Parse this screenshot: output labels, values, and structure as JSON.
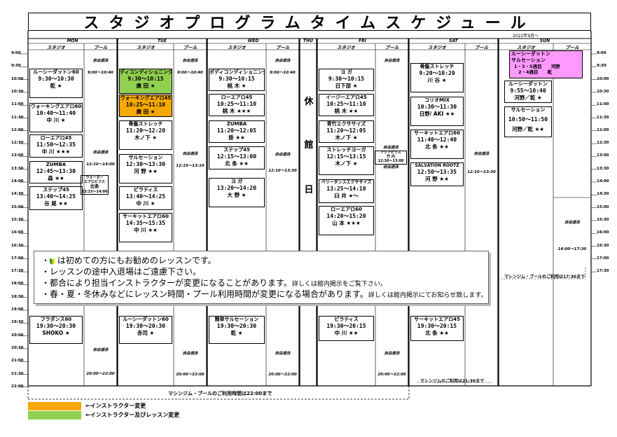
{
  "title": "スタジオプログラムタイムスケジュール",
  "date_note": "2022年9月～",
  "days": [
    {
      "key": "mon",
      "label": "MON"
    },
    {
      "key": "tue",
      "label": "TUE"
    },
    {
      "key": "wed",
      "label": "WED"
    },
    {
      "key": "thu",
      "label": "THU"
    },
    {
      "key": "fri",
      "label": "FRI"
    },
    {
      "key": "sat",
      "label": "SAT"
    },
    {
      "key": "sun",
      "label": "SUN"
    }
  ],
  "sub_headers": {
    "studio": "スタジオ",
    "pool": "プール"
  },
  "times": [
    "9:00",
    "9:30",
    "10:00",
    "10:30",
    "11:00",
    "11:30",
    "12:00",
    "12:30",
    "13:00",
    "13:30",
    "14:00",
    "14:30",
    "15:00",
    "15:30",
    "16:00",
    "16:30",
    "17:00",
    "17:30",
    "18:00",
    "18:30",
    "19:00",
    "19:30",
    "20:00",
    "20:30",
    "21:00",
    "21:30",
    "22:00"
  ],
  "closed": [
    "休",
    "館",
    "日"
  ],
  "lessons": {
    "mon": [
      {
        "name": "ルーシーダットン60",
        "time": "9:30～10:30",
        "inst": "乾 ★"
      },
      {
        "name": "ウォーキングエアロ60",
        "time": "10:40～11:40",
        "inst": "中 川 ★"
      },
      {
        "name": "ローエアロ45",
        "time": "11:50～12:35",
        "inst": "中 川 ★★★"
      },
      {
        "name": "ZUMBA",
        "time": "12:45～13:30",
        "inst": "森 ★★"
      },
      {
        "name": "ステップ45",
        "time": "13:40～14:25",
        "inst": "谷 尾 ★★"
      },
      {
        "name": "フラダンス60",
        "time": "19:30～20:30",
        "inst": "SHOKO ★"
      }
    ],
    "tue": [
      {
        "name": "ディコンディショニング",
        "time": "9:30～10:15",
        "inst": "廣 田 ★"
      },
      {
        "name": "ウォーキングエアロ45",
        "time": "10:25～11:10",
        "inst": "廣 田 ★"
      },
      {
        "name": "骨盤ストレッチ",
        "time": "11:20～12:20",
        "inst": "木ノ下 ★"
      },
      {
        "name": "サルセーション",
        "time": "12:30～13:30",
        "inst": "河 野 ★★"
      },
      {
        "name": "ピラティス",
        "time": "13:40～14:25",
        "inst": "中 川 ★"
      },
      {
        "name": "サーキットエアロ60",
        "time": "14:35～15:35",
        "inst": "中 川 ★★"
      },
      {
        "name": "ルーシーダットン60",
        "time": "19:30～20:30",
        "inst": "赤司 ★"
      }
    ],
    "wed": [
      {
        "name": "ボディコンディショニング",
        "time": "9:30～10:15",
        "inst": "桃 木 ★"
      },
      {
        "name": "ローエアロ45",
        "time": "10:25～11:10",
        "inst": "桃 木 ★★★"
      },
      {
        "name": "ZUMBA",
        "time": "11:20～12:05",
        "inst": "掛 ★★"
      },
      {
        "name": "ステップ45",
        "time": "12:15～13:00",
        "inst": "北 条 ★★"
      },
      {
        "name": "ヨ ガ",
        "time": "13:20～14:20",
        "inst": "大 野 ★"
      },
      {
        "name": "簡単サルセーション",
        "time": "19:30～20:30",
        "inst": "乾 ★"
      }
    ],
    "fri": [
      {
        "name": "ヨ ガ",
        "time": "9:30～10:15",
        "inst": "日下部 ★"
      },
      {
        "name": "イージーエアロ45",
        "time": "10:25～11:10",
        "inst": "桃 木 ★★"
      },
      {
        "name": "青竹エクササイズ",
        "time": "11:20～12:05",
        "inst": "木ノ下 ★"
      },
      {
        "name": "ストレッチヨーガ",
        "time": "12:15～13:15",
        "inst": "木ノ下 ★"
      },
      {
        "name": "ベリーダンスエクササイズ",
        "time": "13:25～14:10",
        "inst": "臼 井 ★～"
      },
      {
        "name": "ローエアロ60",
        "time": "14:20～15:20",
        "inst": "山 本 ★★★"
      },
      {
        "name": "ピラティス",
        "time": "19:30～20:15",
        "inst": "中 川 ★★"
      }
    ],
    "sat": [
      {
        "name": "骨盤ストレッチ",
        "time": "9:20～10:20",
        "inst": "川 谷 ★"
      },
      {
        "name": "コリオMIX",
        "time": "10:30～11:30",
        "inst": "日野/ AKI ★★"
      },
      {
        "name": "サーキットエアロ60",
        "time": "11:40～12:40",
        "inst": "北 条 ★★"
      },
      {
        "name": "SALSATION ROOTZ",
        "time": "12:50～13:35",
        "inst": "河 野 ★★"
      },
      {
        "name": "サーキットエアロ45",
        "time": "19:30～20:15",
        "inst": "北 条 ★★"
      }
    ],
    "sun": [
      {
        "name": "ルーシーダットン",
        "line2": "サルセーション",
        "line3": "1・3・5週目　　河野",
        "line4": "2・4週目　　乾"
      },
      {
        "name": "ルーシーダットン",
        "time": "9:55～10:40",
        "inst": "河野／乾 ★"
      },
      {
        "name": "サルセーション",
        "time": "10:50～11:50",
        "inst": "河野／乾 ★★"
      }
    ]
  },
  "pool_slots": {
    "free": "自由遊泳",
    "mon": [
      "9:00～10:40",
      "12:10～14:00",
      "20:00～22:00"
    ],
    "tue": [
      "9:00～10:40",
      "12:10～13:10",
      "20:00～22:00"
    ],
    "wed": [
      "9:00～10:40",
      "12:10～13:30",
      "20:00～22:00"
    ],
    "fri": [
      "20:00～22:00"
    ],
    "sat": [
      "12:10～13:30"
    ],
    "sun": [
      "14:00～17:30"
    ]
  },
  "mon_water": {
    "line1": "ウォーター",
    "line2": "エアロビクス",
    "line3": "北条",
    "line4": "13:15～14:00"
  },
  "fri_aqua": {
    "title": "自由遊泳",
    "line1": "アクアビクス",
    "line2": "竹 内",
    "line3": "12:30～13:00",
    "line4": "自由遊泳"
  },
  "notice": [
    {
      "text": "は初めての方にもお勧めのレッスンです。",
      "small": ""
    },
    {
      "text": "レッスンの途中入退場はご遠慮下さい。",
      "small": ""
    },
    {
      "text": "都合により担当インストラクターが変更になることがあります。",
      "small": "詳しくは館内掲示をご覧下さい。"
    },
    {
      "text": "春・夏・冬休みなどにレッスン時間・プール利用時間が変更になる場合があります。",
      "small": "詳しくは館内掲示にてお知らせ致します。"
    }
  ],
  "footnotes": {
    "sun": "マシンジム・プールのご利用は17:30まで",
    "sat": "マシンジムのご利用は21:30まで",
    "all": "マシンジム・プールのご利用時間は22:00まで"
  },
  "legend": [
    {
      "color": "#f5a800",
      "text": "←インストラクター変更"
    },
    {
      "color": "#92d050",
      "text": "←インストラクター及びレッスン変更"
    }
  ],
  "colors": {
    "orange": "#f5a800",
    "green": "#92d050",
    "pink": "#ff99ff",
    "beginner_green": "#2e9d2e",
    "beginner_yellow": "#f0d000"
  }
}
